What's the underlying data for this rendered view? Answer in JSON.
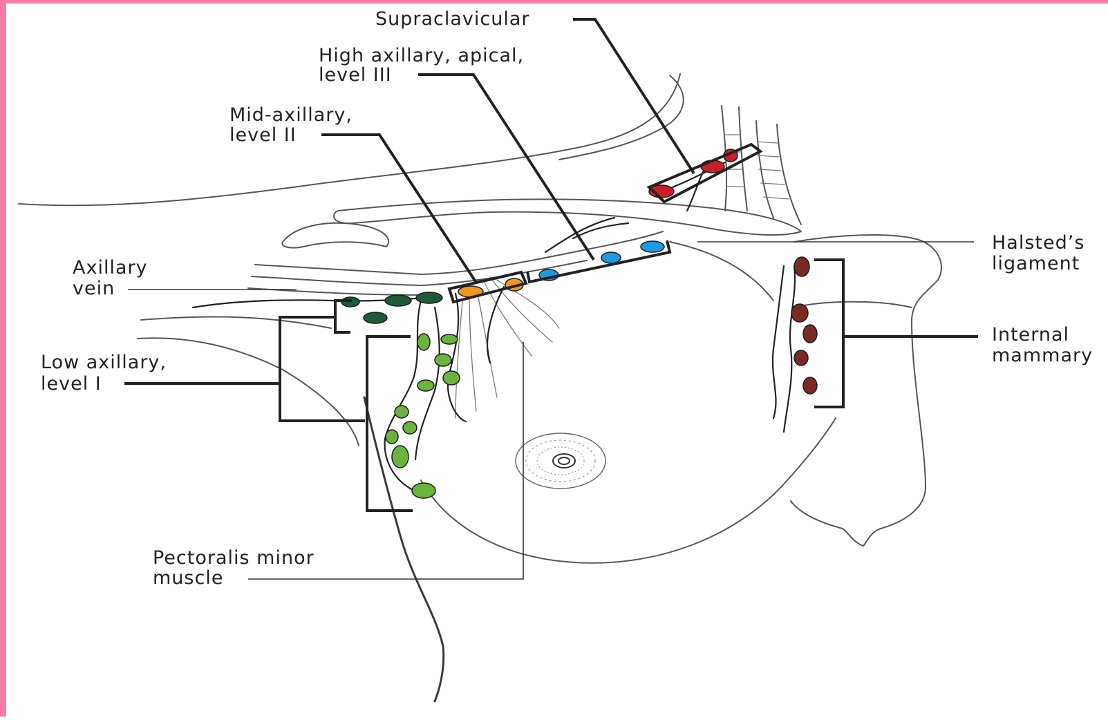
{
  "labels": {
    "supraclavicular": "Supraclavicular",
    "high_axillary_line1": "High axillary, apical,",
    "high_axillary_line2": "level III",
    "mid_axillary_line1": "Mid-axillary,",
    "mid_axillary_line2": "level II",
    "axillary_vein_line1": "Axillary",
    "axillary_vein_line2": "vein",
    "low_axillary_line1": "Low axillary,",
    "low_axillary_line2": "level I",
    "pectoralis_line1": "Pectoralis minor",
    "pectoralis_line2": "muscle",
    "halsted_line1": "Halsted’s",
    "halsted_line2": "ligament",
    "internal_mammary_line1": "Internal",
    "internal_mammary_line2": "mammary"
  },
  "colors": {
    "frame": "#ff7aa3",
    "supraclavicular_nodes": "#c8202a",
    "level3_nodes": "#1e9be0",
    "level2_nodes": "#f2961e",
    "level1_dark_nodes": "#1e5a37",
    "level1_nodes": "#6cb33e",
    "internal_mammary_nodes": "#7a2a25"
  }
}
